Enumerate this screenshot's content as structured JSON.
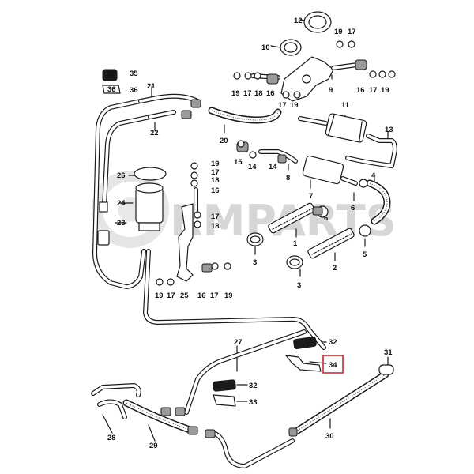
{
  "watermark": "RMPARTS",
  "highlight_color": "#e0202a",
  "callouts": {
    "c1": "1",
    "c2": "2",
    "c3a": "3",
    "c3b": "3",
    "c4": "4",
    "c5": "5",
    "c6a": "6",
    "c6b": "6",
    "c7": "7",
    "c8": "8",
    "c9": "9",
    "c10": "10",
    "c11": "11",
    "c12": "12",
    "c13": "13",
    "c14a": "14",
    "c14b": "14",
    "c15": "15",
    "c16a": "16",
    "c16b": "16",
    "c16c": "16",
    "c16d": "16",
    "c17a": "17",
    "c17b": "17",
    "c17c": "17",
    "c17d": "17",
    "c17e": "17",
    "c17f": "17",
    "c17g": "17",
    "c18a": "18",
    "c18b": "18",
    "c18c": "18",
    "c19a": "19",
    "c19b": "19",
    "c19c": "19",
    "c19d": "19",
    "c19e": "19",
    "c19f": "19",
    "c19g": "19",
    "c20": "20",
    "c21": "21",
    "c22": "22",
    "c23": "23",
    "c24": "24",
    "c25": "25",
    "c26": "26",
    "c27": "27",
    "c28": "28",
    "c29": "29",
    "c30": "30",
    "c31": "31",
    "c32a": "32",
    "c32b": "32",
    "c33": "33",
    "c34": "34",
    "c35": "35",
    "c36": "36"
  }
}
